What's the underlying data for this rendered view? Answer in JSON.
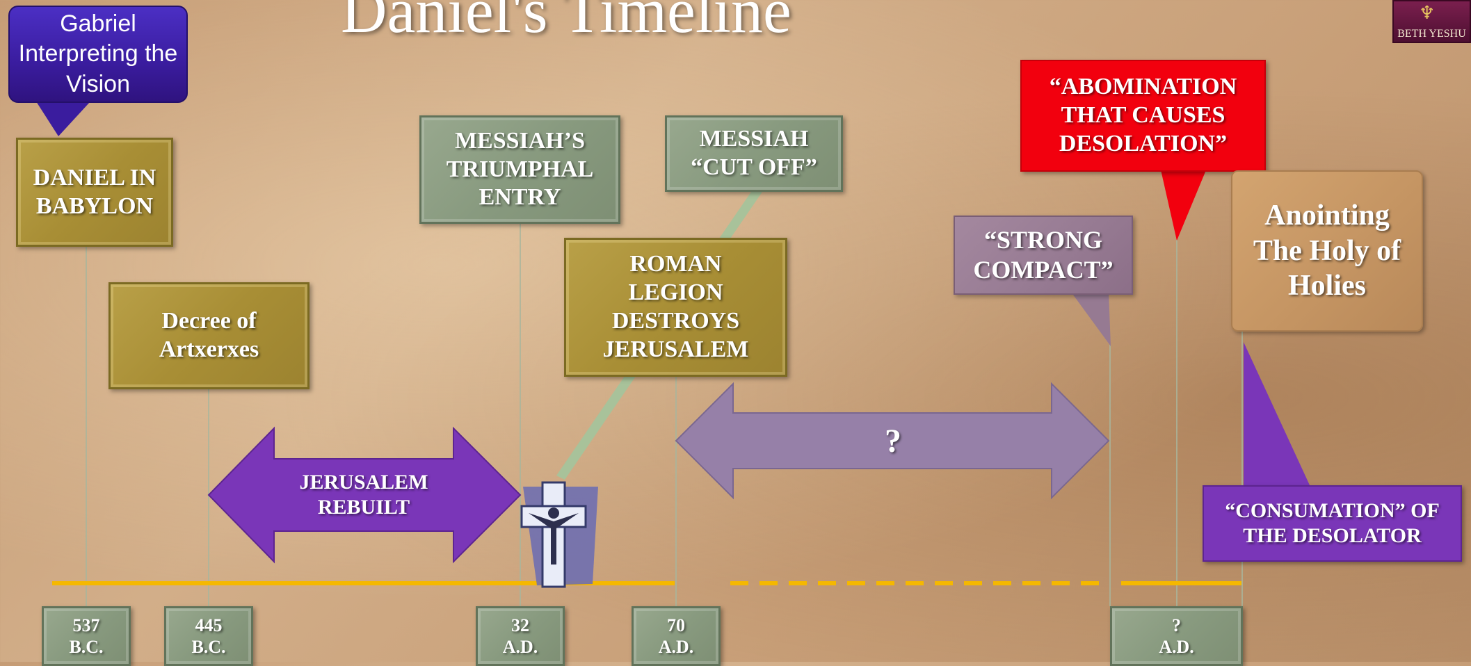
{
  "title": "Daniel's Timeline",
  "logo": {
    "text": "BETH YESHU"
  },
  "callouts": {
    "gabriel": "Gabriel Interpreting the Vision",
    "daniel": "DANIEL IN BABYLON",
    "decree": "Decree of Artxerxes",
    "triumphal": "MESSIAH’S TRIUMPHAL ENTRY",
    "cutoff": "MESSIAH “CUT OFF”",
    "roman": "ROMAN LEGION DESTROYS JERUSALEM",
    "compact": "“STRONG COMPACT”",
    "abomination": "“ABOMINATION THAT CAUSES DESOLATION”",
    "anointing": "Anointing The Holy of Holies",
    "consumation": "“CONSUMATION” OF THE DESOLATOR"
  },
  "arrows": {
    "rebuilt": "JERUSALEM REBUILT",
    "unknown": "?"
  },
  "dates": [
    {
      "value": "537",
      "era": "B.C."
    },
    {
      "value": "445",
      "era": "B.C."
    },
    {
      "value": "32",
      "era": "A.D."
    },
    {
      "value": "70",
      "era": "A.D."
    },
    {
      "value": "?",
      "era": "A.D."
    }
  ],
  "colors": {
    "timeline": "#f5b800",
    "gold": "#a88e35",
    "sage": "#889a7f",
    "purple": "#7a36b8",
    "red": "#f2000e",
    "gabriel": "#3a1c9e"
  },
  "icons": [
    "crucifix-icon",
    "menorah-logo-icon"
  ]
}
